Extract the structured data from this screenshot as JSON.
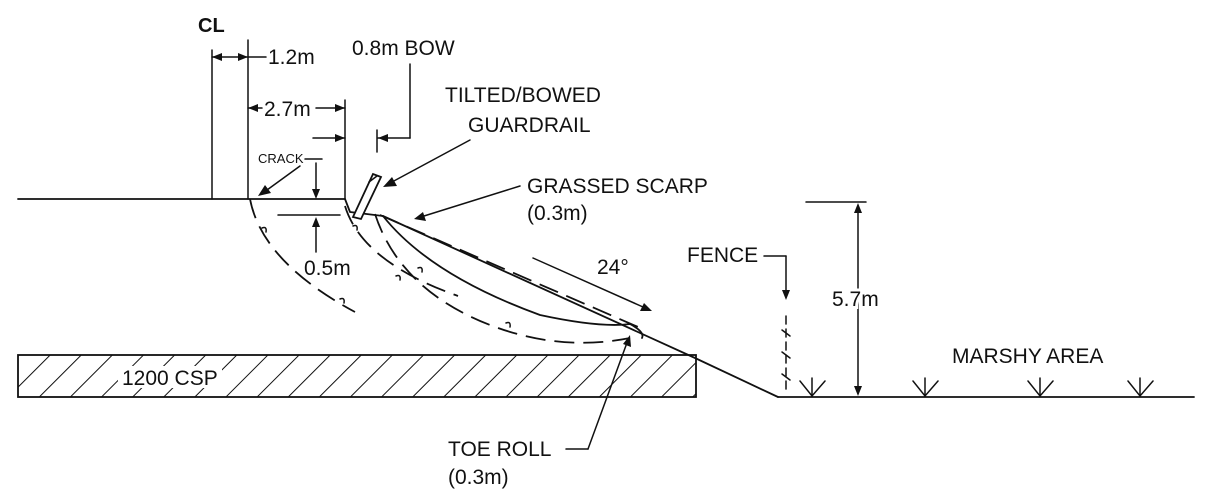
{
  "labels": {
    "centerline": "CL",
    "dim_1_2": "1.2m",
    "dim_2_7": "2.7m",
    "bow": "0.8m BOW",
    "guardrail_line1": "TILTED/BOWED",
    "guardrail_line2": "GUARDRAIL",
    "crack": "CRACK",
    "scarp_line1": "GRASSED SCARP",
    "scarp_line2": "(0.3m)",
    "dim_0_5": "0.5m",
    "angle": "24°",
    "fence": "FENCE",
    "height": "5.7m",
    "marshy": "MARSHY AREA",
    "pipe": "1200 CSP",
    "toe_line1": "TOE ROLL",
    "toe_line2": "(0.3m)"
  },
  "colors": {
    "ink": "#111111",
    "background": "#ffffff"
  }
}
